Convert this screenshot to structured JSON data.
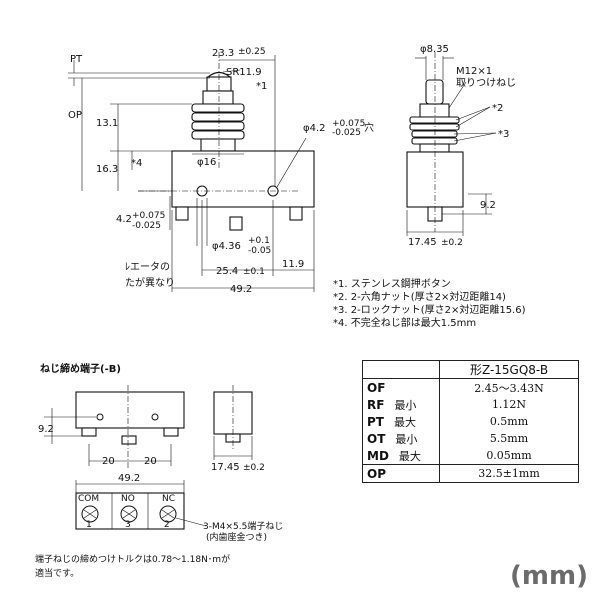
{
  "main_view": {
    "pt": "PT",
    "op": "OP",
    "sr": "SR11.9",
    "star1": "*1",
    "d23_3": "23.3",
    "d23_3_tol": "±0.25",
    "d13_1": "13.1",
    "d16_3": "16.3",
    "star4": "*4",
    "phi16": "φ16",
    "phi4_2": "φ4.2",
    "phi4_2_tol_upper": "+0.075",
    "phi4_2_tol_lower": "-0.025",
    "phi4_2_suffix": "穴",
    "d4_2": "4.2",
    "d4_2_tol_upper": "+0.075",
    "d4_2_tol_lower": "-0.025",
    "phi4_36": "φ4.36",
    "phi4_36_tol_upper": "+0.1",
    "phi4_36_tol_lower": "-0.05",
    "d25_4": "25.4",
    "d25_4_tol": "±0.1",
    "d11_9": "11.9",
    "d49_2": "49.2",
    "overlay_line1": "ﾚエータの",
    "overlay_line2": "たが異なり"
  },
  "side_view": {
    "phi8_35": "φ8.35",
    "m12": "M12×1",
    "m12_note": "取りつけねじ",
    "star2": "*2",
    "star3": "*3",
    "d9_2": "9.2",
    "d17_45": "17.45",
    "d17_45_tol": "±0.2"
  },
  "notes": [
    "*1. ステンレス鋼押ボタン",
    "*2. 2-六角ナット(厚さ2×対辺距離14)",
    "*3. 2-ロックナット(厚さ2×対辺距離15.6)",
    "*4. 不完全ねじ部は最大1.5mm"
  ],
  "screw_terminal": {
    "title": "ねじ締め端子(-B)",
    "d9_2": "9.2",
    "d20a": "20",
    "d20b": "20",
    "d17_45": "17.45",
    "d17_45_tol": "±0.2",
    "d49_2": "49.2",
    "com": "COM",
    "no": "NO",
    "nc": "NC",
    "n1": "1",
    "n2": "3",
    "n3": "2",
    "screw_label": "3-M4×5.5端子ねじ",
    "screw_sub": "(内歯座金つき)",
    "torque_line1": "端子ねじの締めつけトルクは0.78～1.18N･mが",
    "torque_line2": "適当です。"
  },
  "spec_table": {
    "model": "形Z-15GQ8-B",
    "rows": [
      {
        "label": "OF",
        "sub": "",
        "value": "2.45～3.43N"
      },
      {
        "label": "RF",
        "sub": "最小",
        "value": "1.12N"
      },
      {
        "label": "PT",
        "sub": "最大",
        "value": "0.5mm"
      },
      {
        "label": "OT",
        "sub": "最小",
        "value": "5.5mm"
      },
      {
        "label": "MD",
        "sub": "最大",
        "value": "0.05mm"
      },
      {
        "label": "OP",
        "sub": "",
        "value": "32.5±1mm"
      }
    ]
  },
  "unit": "(mm)"
}
